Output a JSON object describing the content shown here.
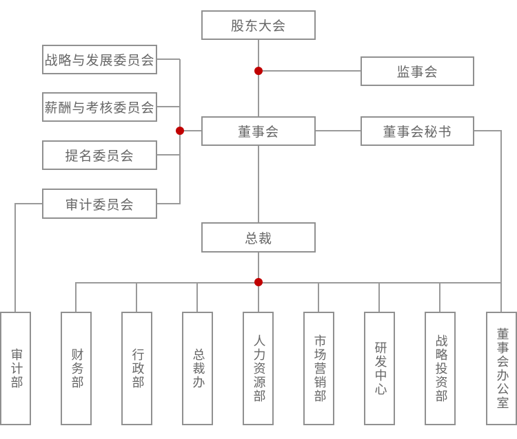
{
  "org": {
    "colors": {
      "line": "#999999",
      "border": "#909090",
      "text": "#666666",
      "dot": "#c00000",
      "background": "#ffffff"
    },
    "nodes": {
      "shareholders": "股东大会",
      "supervisory_board": "监事会",
      "board": "董事会",
      "board_secretary": "董事会秘书",
      "president": "总裁"
    },
    "committees": [
      "战略与发展委员会",
      "薪酬与考核委员会",
      "提名委员会",
      "审计委员会"
    ],
    "departments": [
      "审计部",
      "财务部",
      "行政部",
      "总裁办",
      "人力资源部",
      "市场营销部",
      "研发中心",
      "战略投资部",
      "董事会办公室"
    ],
    "edges": [
      {
        "from": "股东大会",
        "to": "董事会"
      },
      {
        "from": "股东大会",
        "to": "监事会"
      },
      {
        "from": "董事会",
        "to": "战略与发展委员会"
      },
      {
        "from": "董事会",
        "to": "薪酬与考核委员会"
      },
      {
        "from": "董事会",
        "to": "提名委员会"
      },
      {
        "from": "董事会",
        "to": "审计委员会"
      },
      {
        "from": "董事会",
        "to": "董事会秘书"
      },
      {
        "from": "董事会",
        "to": "总裁"
      },
      {
        "from": "审计委员会",
        "to": "审计部"
      },
      {
        "from": "董事会秘书",
        "to": "董事会办公室"
      },
      {
        "from": "总裁",
        "to": "财务部"
      },
      {
        "from": "总裁",
        "to": "行政部"
      },
      {
        "from": "总裁",
        "to": "总裁办"
      },
      {
        "from": "总裁",
        "to": "人力资源部"
      },
      {
        "from": "总裁",
        "to": "市场营销部"
      },
      {
        "from": "总裁",
        "to": "研发中心"
      },
      {
        "from": "总裁",
        "to": "战略投资部"
      },
      {
        "from": "总裁",
        "to": "董事会办公室"
      }
    ]
  }
}
